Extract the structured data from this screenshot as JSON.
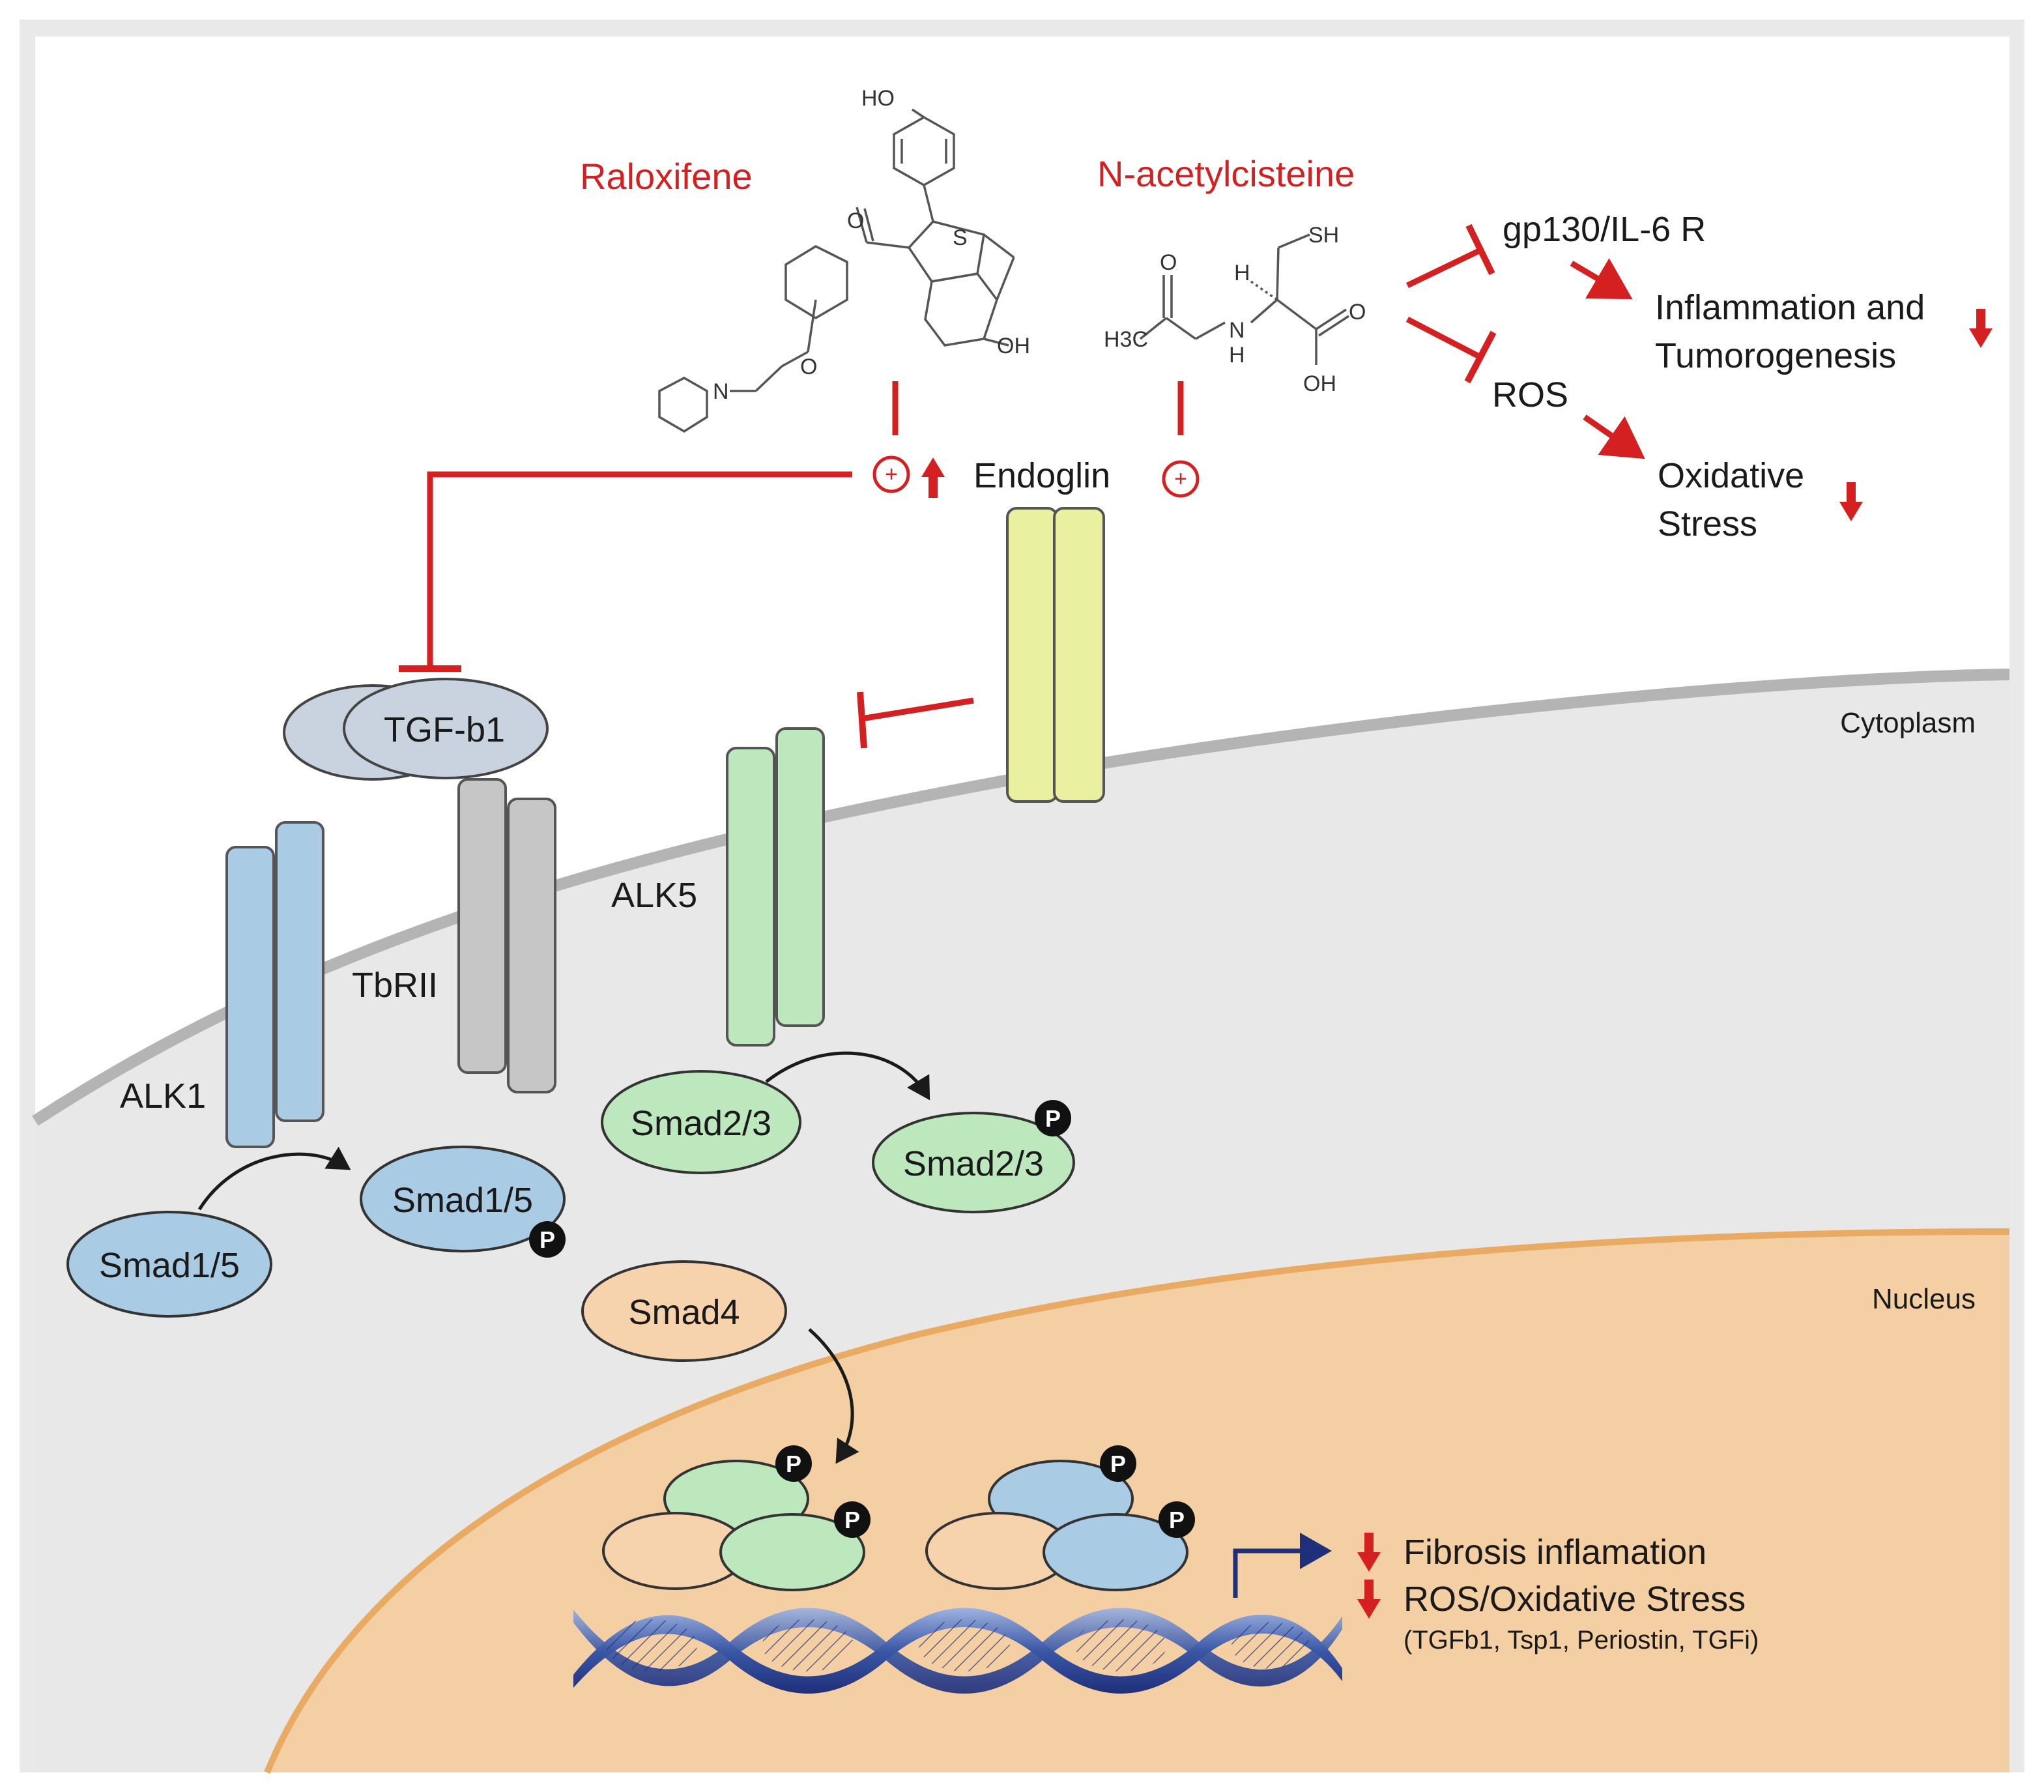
{
  "drugs": {
    "raloxifene": "Raloxifene",
    "nac": "N-acetylcisteine"
  },
  "chem_labels": {
    "ho_top": "HO",
    "s": "S",
    "o_keto": "O",
    "oh_ring": "OH",
    "o_ether": "O",
    "n_pip": "N",
    "sh": "SH",
    "h_stereo": "H",
    "o_amide": "O",
    "h3c": "H3C",
    "n_amide": "N",
    "h_amide": "H",
    "o_acid": "O",
    "oh_acid": "OH"
  },
  "effects": {
    "gp130": "gp130/IL-6 R",
    "inflammation_line1": "Inflammation and",
    "inflammation_line2": "Tumorogenesis",
    "ros": "ROS",
    "oxidative_line1": "Oxidative",
    "oxidative_line2": "Stress"
  },
  "proteins": {
    "endoglin": "Endoglin",
    "tgfb1": "TGF-b1",
    "alk5": "ALK5",
    "tbrii": "TbRII",
    "alk1": "ALK1",
    "smad23_a": "Smad2/3",
    "smad23_b": "Smad2/3",
    "smad15_a": "Smad1/5",
    "smad15_b": "Smad1/5",
    "smad4": "Smad4"
  },
  "symbols": {
    "plus": "+",
    "phospho": "P"
  },
  "regions": {
    "cytoplasm": "Cytoplasm",
    "nucleus": "Nucleus"
  },
  "outcomes": {
    "line1": "Fibrosis inflamation",
    "line2": "ROS/Oxidative Stress",
    "line3": "(TGFb1, Tsp1, Periostin, TGFi)"
  },
  "colors": {
    "red": "#d42020",
    "membrane": "#b4b4b4",
    "cytoplasm_fill": "#e8e8e8",
    "nucleus_fill": "#f4cfa3",
    "nucleus_edge": "#e9ab63",
    "endoglin": "#e9f0a0",
    "alk5_green": "#bde8bd",
    "alk1_blue": "#a9cbe4",
    "tbrii_gray": "#c6c6c6",
    "tgf_gray": "#c9d3df",
    "smad4_peach": "#f7d3ad",
    "dna_blue": "#3a57a6"
  }
}
